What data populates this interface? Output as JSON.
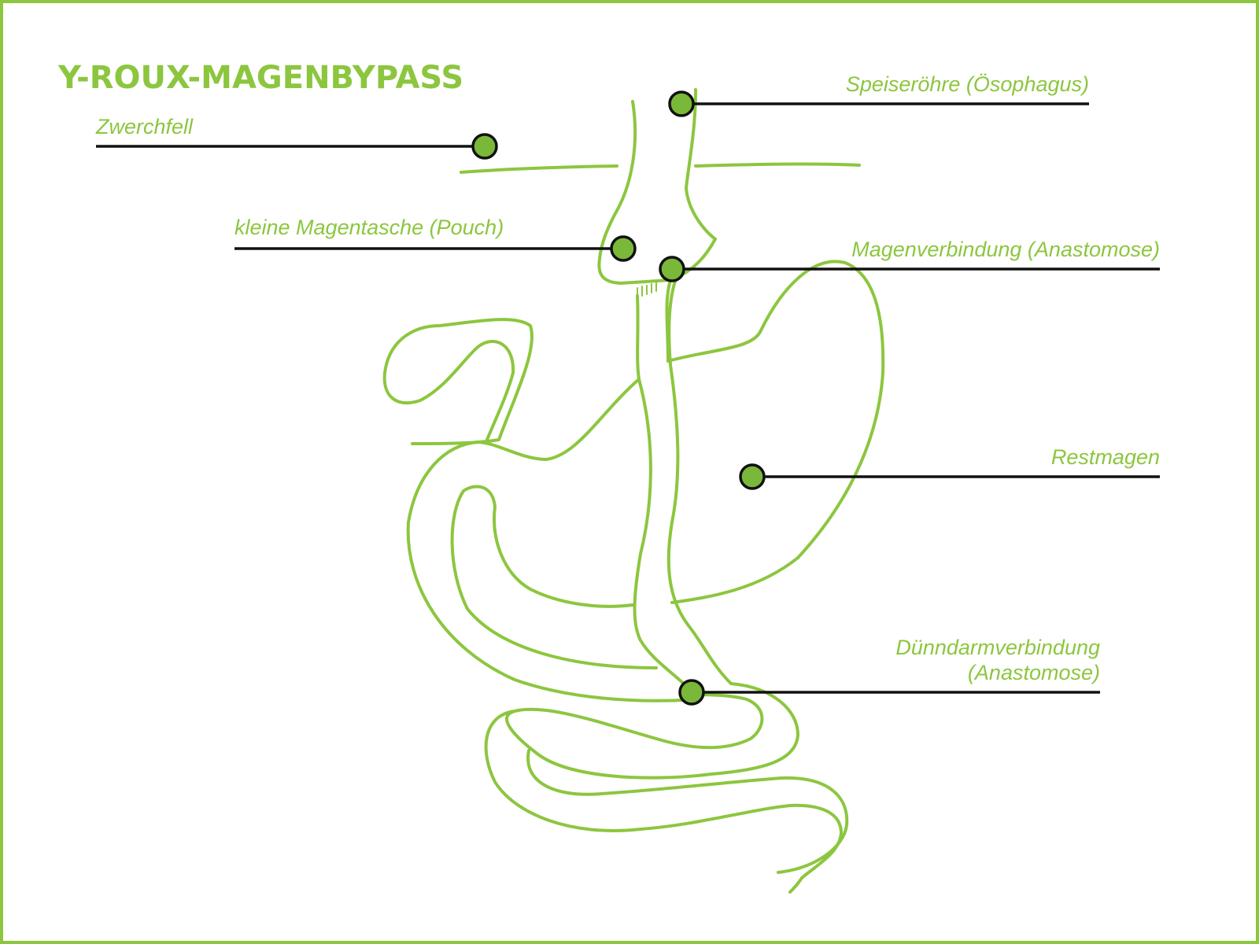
{
  "title": "Y-ROUX-MAGENBYPASS",
  "labels": {
    "zwerchfell": "Zwerchfell",
    "speiseroehre": "Speiseröhre (Ösophagus)",
    "pouch": "kleine Magentasche (Pouch)",
    "anastomose_magen": "Magenverbindung (Anastomose)",
    "restmagen": "Restmagen",
    "duenndarm_line1": "Dünndarmverbindung",
    "duenndarm_line2": "(Anastomose)"
  },
  "colors": {
    "accent": "#8cc63f",
    "marker_fill": "#7ab83a",
    "leader": "#111111",
    "background": "#ffffff"
  }
}
